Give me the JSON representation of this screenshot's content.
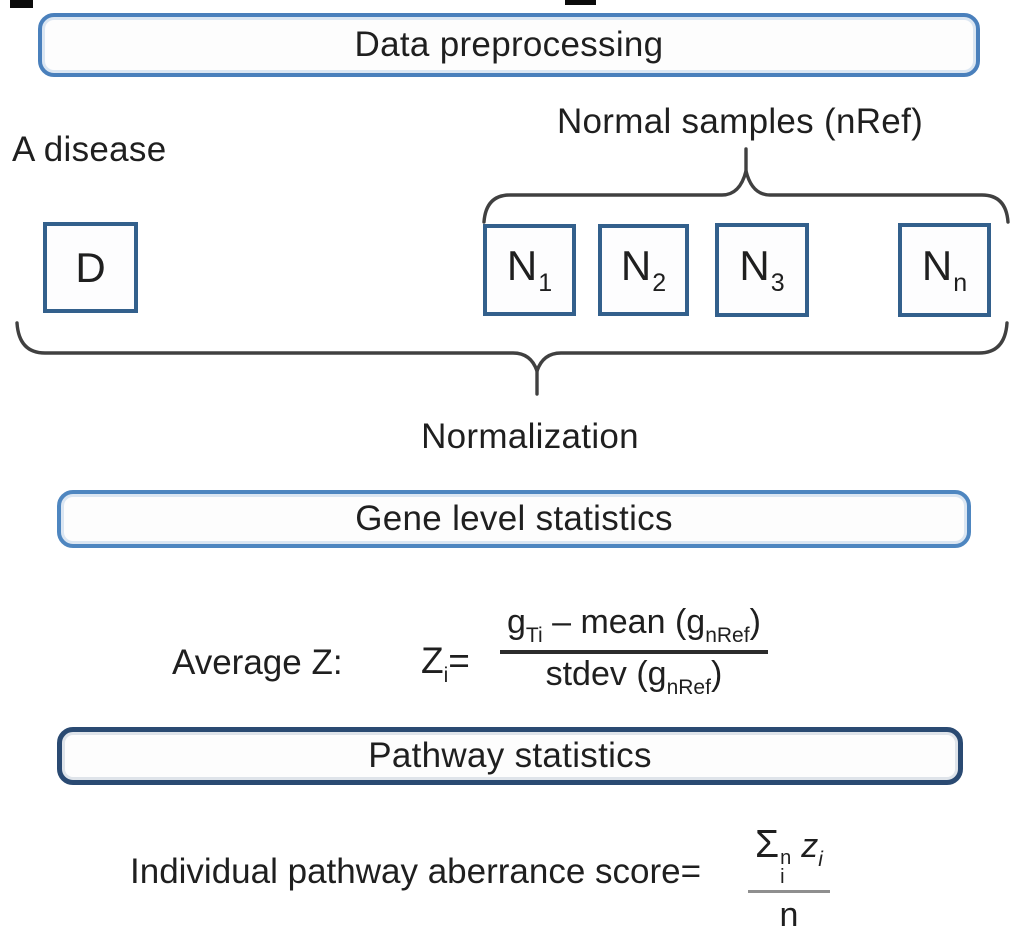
{
  "banners": {
    "data_preprocessing": "Data preprocessing",
    "gene_level_statistics": "Gene level statistics",
    "pathway_statistics": "Pathway statistics"
  },
  "labels": {
    "a_disease": "A disease",
    "normal_samples": "Normal samples (nRef)",
    "normalization": "Normalization"
  },
  "sample_boxes": {
    "disease": {
      "base": "D",
      "sub": ""
    },
    "normals": [
      {
        "base": "N",
        "sub": "1"
      },
      {
        "base": "N",
        "sub": "2"
      },
      {
        "base": "N",
        "sub": "3"
      },
      {
        "base": "N",
        "sub": "n"
      }
    ]
  },
  "formulas": {
    "average_z": {
      "prefix": "Average Z:",
      "lhs_base": "Z",
      "lhs_sub": "i",
      "equals": "=",
      "num_g1": "g",
      "num_g1_sub": "Ti",
      "num_minus": " – ",
      "num_mean": "mean (",
      "num_g2": "g",
      "num_g2_sub": "nRef",
      "num_close": ")",
      "den_stdev": "stdev (",
      "den_g": "g",
      "den_g_sub": "nRef",
      "den_close": ")"
    },
    "pathway_score": {
      "prefix": "Individual pathway aberrance score=",
      "sigma": "Σ",
      "sigma_sup": "n",
      "sigma_sub": "i",
      "z_base": "z",
      "z_sub": "i",
      "denominator": "n"
    }
  },
  "colors": {
    "banner_blue": "#4a80bc",
    "banner_navy": "#2a4a72",
    "box_border": "#33608c",
    "text": "#1f1f1f",
    "brace": "#404040"
  }
}
